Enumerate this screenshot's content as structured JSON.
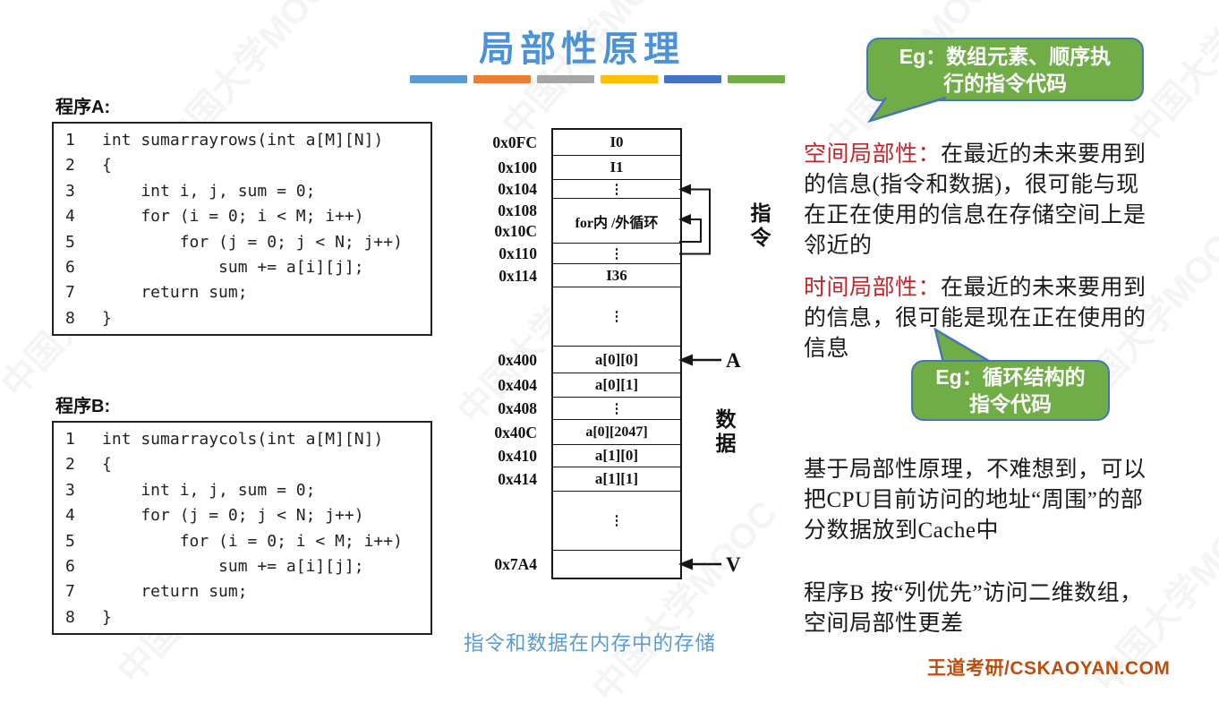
{
  "slide": {
    "title": "局部性原理",
    "caption": "指令和数据在内存中的存储",
    "footer": "王道考研/CSKAOYAN.COM",
    "watermark": "中国大学MOOC"
  },
  "colors": {
    "title_blue": "#4b92d8",
    "caption_blue": "#5b9bd5",
    "heading_red": "#c0272d",
    "bubble_green": "#70AD47",
    "bubble_border_blue": "#4675B8",
    "footer_orange": "#be4d0d",
    "accent_bars": [
      "#5B9BD5",
      "#ED7D31",
      "#A5A5A5",
      "#FFC000",
      "#4472C4",
      "#70AD47"
    ]
  },
  "program_a": {
    "label": "程序A:",
    "lines": [
      {
        "n": "1",
        "c": "int sumarrayrows(int a[M][N])"
      },
      {
        "n": "2",
        "c": "{"
      },
      {
        "n": "3",
        "c": "    int i, j, sum = 0;"
      },
      {
        "n": "4",
        "c": "    for (i = 0; i < M; i++)"
      },
      {
        "n": "5",
        "c": "        for (j = 0; j < N; j++)"
      },
      {
        "n": "6",
        "c": "            sum += a[i][j];"
      },
      {
        "n": "7",
        "c": "    return sum;"
      },
      {
        "n": "8",
        "c": "}"
      }
    ]
  },
  "program_b": {
    "label": "程序B:",
    "lines": [
      {
        "n": "1",
        "c": "int sumarraycols(int a[M][N])"
      },
      {
        "n": "2",
        "c": "{"
      },
      {
        "n": "3",
        "c": "    int i, j, sum = 0;"
      },
      {
        "n": "4",
        "c": "    for (j = 0; j < N; j++)"
      },
      {
        "n": "5",
        "c": "        for (i = 0; i < M; i++)"
      },
      {
        "n": "6",
        "c": "            sum += a[i][j];"
      },
      {
        "n": "7",
        "c": "    return sum;"
      },
      {
        "n": "8",
        "c": "}"
      }
    ]
  },
  "memory": {
    "rows": [
      {
        "addr": "0x0FC",
        "content": "I0"
      },
      {
        "addr": "0x100",
        "content": "I1"
      },
      {
        "addr": "0x104",
        "content": "⋮"
      },
      {
        "addr": "0x108",
        "addr2": "0x10C",
        "content": "for内 /外循环"
      },
      {
        "addr": "0x110",
        "content": "⋮"
      },
      {
        "addr": "0x114",
        "content": "I36"
      },
      {
        "addr": "",
        "content": "⋮"
      },
      {
        "addr": "0x400",
        "content": "a[0][0]"
      },
      {
        "addr": "0x404",
        "content": "a[0][1]"
      },
      {
        "addr": "0x408",
        "content": "⋮"
      },
      {
        "addr": "0x40C",
        "content": "a[0][2047]"
      },
      {
        "addr": "0x410",
        "content": "a[1][0]"
      },
      {
        "addr": "0x414",
        "content": "a[1][1]"
      },
      {
        "addr": "",
        "content": "⋮"
      },
      {
        "addr": "0x7A4",
        "content": ""
      }
    ],
    "labels": {
      "instructions": "指令",
      "data": "数据",
      "pointer_a": "A",
      "pointer_v": "V"
    }
  },
  "bubbles": {
    "spatial_eg": {
      "line1": "Eg：数组元素、顺序执",
      "line2": "行的指令代码"
    },
    "temporal_eg": {
      "line1": "Eg：循环结构的",
      "line2": "指令代码"
    }
  },
  "notes": {
    "spatial": {
      "head": "空间局部性：",
      "body": "在最近的未来要用到的信息(指令和数据)，很可能与现在正在使用的信息在存储空间上是邻近的"
    },
    "temporal": {
      "head": "时间局部性：",
      "body": "在最近的未来要用到的信息，很可能是现在正在使用的信息"
    },
    "cache": "基于局部性原理，不难想到，可以把CPU目前访问的地址“周围”的部分数据放到Cache中",
    "program_b_note": "程序B 按“列优先”访问二维数组，空间局部性更差"
  }
}
